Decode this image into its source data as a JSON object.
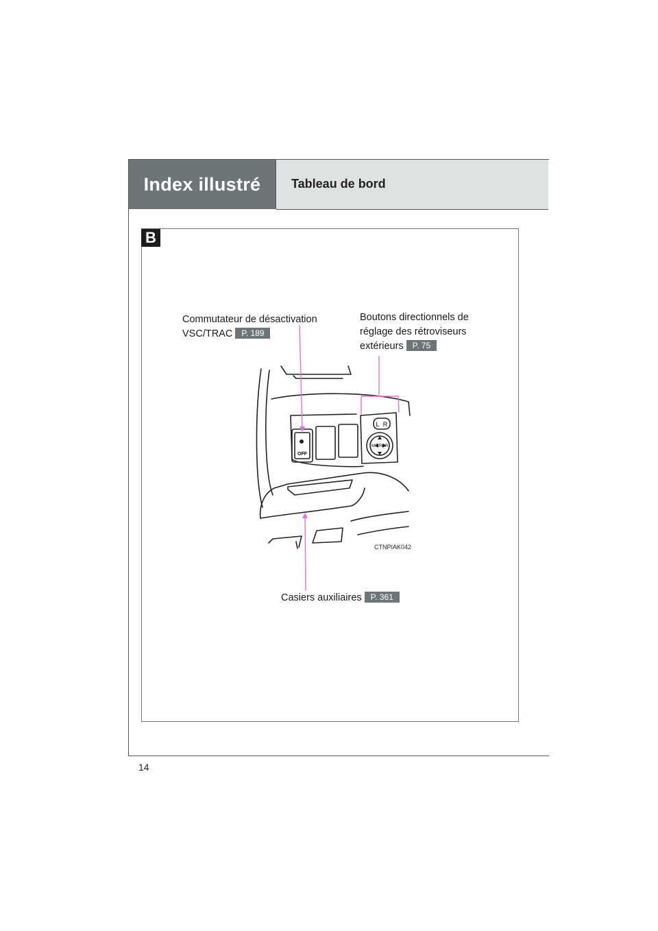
{
  "header": {
    "section_title": "Index illustré",
    "page_title": "Tableau de bord"
  },
  "figure": {
    "tab_label": "B",
    "figure_code": "CTNPIAK042",
    "switch_text": "OFF",
    "mirror_text": "MIRROR",
    "lr_left": "L",
    "lr_right": "R"
  },
  "callouts": {
    "vsc_trac": {
      "line1": "Commutateur de désactivation",
      "line2": "VSC/TRAC",
      "ref": "P. 189"
    },
    "mirrors": {
      "line1": "Boutons directionnels de",
      "line2": "réglage des rétroviseurs",
      "line3": "extérieurs",
      "ref": "P. 75"
    },
    "storage": {
      "line1": "Casiers auxiliaires",
      "ref": "P. 361"
    }
  },
  "page_number": "14",
  "colors": {
    "header_dark": "#6c7679",
    "header_light": "#dfe2e3",
    "callout_line": "#e96fd4"
  }
}
